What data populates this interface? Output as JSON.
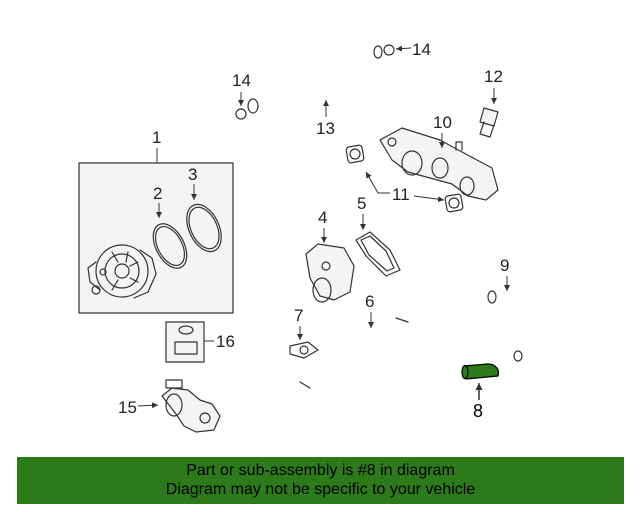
{
  "callouts": {
    "c1": "1",
    "c2": "2",
    "c3": "3",
    "c4": "4",
    "c5": "5",
    "c6": "6",
    "c7": "7",
    "c8": "8",
    "c9": "9",
    "c10": "10",
    "c11": "11",
    "c12": "12",
    "c13": "13",
    "c14a": "14",
    "c14b": "14",
    "c15": "15",
    "c16": "16"
  },
  "highlight_color": "#2d7a1a",
  "banner": {
    "line1": "Part or sub-assembly is #8 in diagram",
    "line2": "Diagram may not be specific to your vehicle"
  }
}
